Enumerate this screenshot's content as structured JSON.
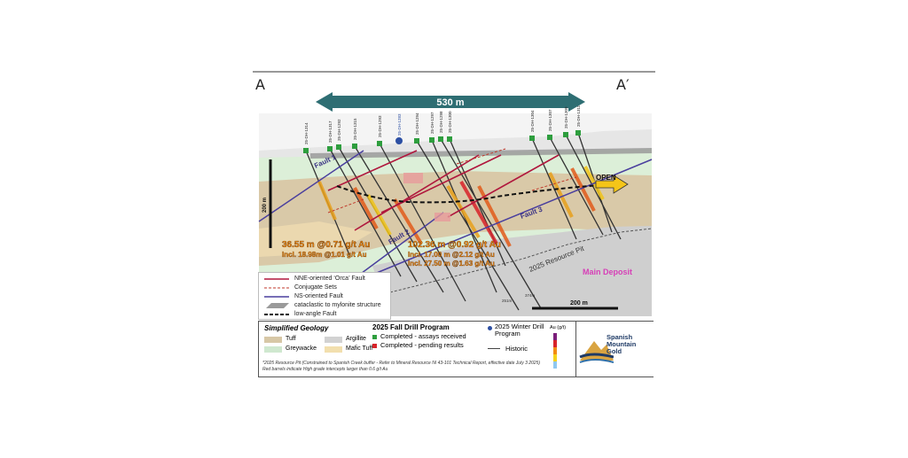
{
  "section": {
    "left_label": "A",
    "right_label": "A′"
  },
  "width_bar": {
    "label": "530 m"
  },
  "drillholes": [
    "25-DH-1314",
    "25-DH-1317",
    "25-DH-1292",
    "25-DH-1315",
    "25-DH-1293",
    "25-DH-1283",
    "25-DH-1294",
    "25-DH-1297",
    "25-DH-1298",
    "25-DH-1300",
    "25-DH-1304",
    "25-DH-1307",
    "25-DH-1309",
    "25-DH-1311"
  ],
  "faults": {
    "f1": "Fault 1",
    "f2": "Fault 2",
    "f3": "Fault 3"
  },
  "intercepts": {
    "left_main": "36.55 m @0.71 g/t Au",
    "left_incl": "Incl. 18.98m @1.01 g/t Au",
    "right_main": "102.36 m @0.92 g/t Au",
    "right_incl1": "Incl. 17.00 m @2.12 g/t Au",
    "right_incl2": "Incl. 27.50 m @1.63 g/t Au"
  },
  "open_label": "OPEN",
  "scale_vertical": "200 m",
  "scale_horizontal": "200 m",
  "pit_label": "2025 Resource Pit",
  "deposit_label": "Main Deposit",
  "depth_labels": [
    "251m",
    "374m"
  ],
  "structure_legend": [
    {
      "label": "NNE-oriented ‘Orca’ Fault",
      "color": "#b0173d",
      "style": "solid"
    },
    {
      "label": "Conjugate Sets",
      "color": "#c0392b",
      "style": "dashed"
    },
    {
      "label": "NS-oriented Fault",
      "color": "#4a3f9e",
      "style": "solid"
    },
    {
      "label": "cataclastic to mylonite structure",
      "color": "#9a9a9a",
      "style": "band"
    },
    {
      "label": "low-angle Fault",
      "color": "#111111",
      "style": "dashed-thick"
    }
  ],
  "geology": {
    "title": "Simplified Geology",
    "units": [
      {
        "label": "Tuff",
        "color": "#d7c7a6"
      },
      {
        "label": "Argillite",
        "color": "#d2d2d2"
      },
      {
        "label": "Greywacke",
        "color": "#cfe8cf"
      },
      {
        "label": "Mafic Tuff",
        "color": "#f2dfae"
      }
    ]
  },
  "drill_program": {
    "title": "2025 Fall Drill Program",
    "completed": "Completed - assays received",
    "pending": "Completed - pending results",
    "winter": "2025 Winter Drill Program",
    "historic": "Historic",
    "completed_color": "#2e9e3e",
    "pending_color": "#d8232a",
    "winter_color": "#2c4fa3"
  },
  "au_legend_title": "Au (g/t)",
  "footnotes": [
    "*2025 Resource Pit (Constrained to Spanish Creek buffer - Refer to Mineral Resource NI 43-101 Technical Report, effective date July 3 2025)",
    "Red barrels indicate High grade intercepts larger than 0.6 g/t Au"
  ],
  "logo": {
    "line1": "Spanish",
    "line2": "Mountain",
    "line3": "Gold"
  }
}
